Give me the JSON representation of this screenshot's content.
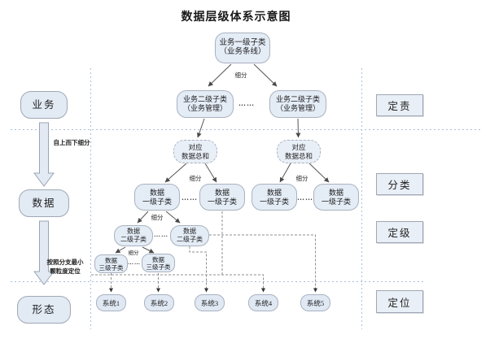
{
  "title": "数据层级体系示意图",
  "left_lane": {
    "stage1": "业务",
    "stage2": "数据",
    "stage3": "形态",
    "arrow1_label": "自上而下细分",
    "arrow2_label_line1": "按照分支最小",
    "arrow2_label_line2": "颗粒度定位"
  },
  "right_lane": {
    "label1": "定责",
    "label2": "分类",
    "label3": "定级",
    "label4": "定位"
  },
  "tree": {
    "root_line1": "业务一级子类",
    "root_line2": "（业务条线）",
    "biz_l2_line1": "业务二级子类",
    "biz_l2_line2": "（业务管理）",
    "sum_line1": "对应",
    "sum_line2": "数据总和",
    "l1_line1": "数据",
    "l1_line2": "一级子类",
    "l2_line1": "数据",
    "l2_line2": "二级子类",
    "l3_line1": "数据",
    "l3_line2": "三级子类",
    "refine": "细分",
    "ellipsis": "……",
    "systems": [
      "系统1",
      "系统2",
      "系统3",
      "系统4",
      "系统5"
    ]
  },
  "colors": {
    "node_fill": "#e4ecf6",
    "node_border": "#a9b2bf",
    "grid_dotted_blue": "#a7c1de",
    "dashed_connector_gray": "#8f8f8f",
    "block_arrow_fill": "#e3eaf4"
  }
}
